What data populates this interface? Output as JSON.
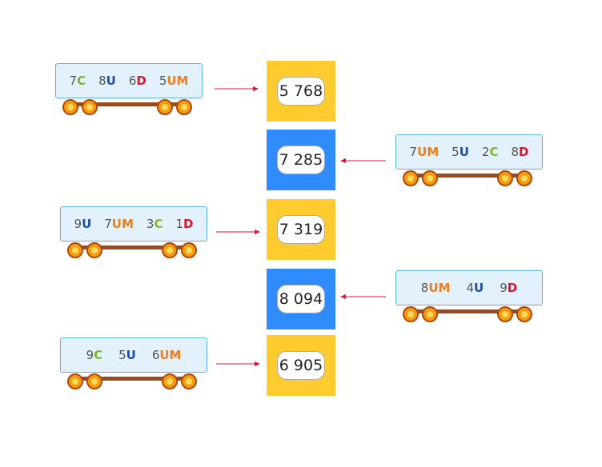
{
  "colors": {
    "yellow": "#ffcb2f",
    "blue": "#2f8cff",
    "arrow": "#e0122e",
    "C": "#7ab827",
    "U": "#1f4fa8",
    "D": "#e0122e",
    "UM": "#f07d1a"
  },
  "wagons": [
    {
      "parts": [
        {
          "digit": "7",
          "unit": "C"
        },
        {
          "digit": "8",
          "unit": "U"
        },
        {
          "digit": "6",
          "unit": "D"
        },
        {
          "digit": "5",
          "unit": "UM"
        }
      ]
    },
    {
      "parts": [
        {
          "digit": "7",
          "unit": "UM"
        },
        {
          "digit": "5",
          "unit": "U"
        },
        {
          "digit": "2",
          "unit": "C"
        },
        {
          "digit": "8",
          "unit": "D"
        }
      ]
    },
    {
      "parts": [
        {
          "digit": "9",
          "unit": "U"
        },
        {
          "digit": "7",
          "unit": "UM"
        },
        {
          "digit": "3",
          "unit": "C"
        },
        {
          "digit": "1",
          "unit": "D"
        }
      ]
    },
    {
      "parts": [
        {
          "digit": "8",
          "unit": "UM"
        },
        {
          "digit": "4",
          "unit": "U"
        },
        {
          "digit": "9",
          "unit": "D"
        }
      ]
    },
    {
      "parts": [
        {
          "digit": "9",
          "unit": "C"
        },
        {
          "digit": "5",
          "unit": "U"
        },
        {
          "digit": "6",
          "unit": "UM"
        }
      ]
    }
  ],
  "squares": [
    {
      "number": "5 768",
      "color": "yellow"
    },
    {
      "number": "7 285",
      "color": "blue"
    },
    {
      "number": "7 319",
      "color": "yellow"
    },
    {
      "number": "8 094",
      "color": "blue"
    },
    {
      "number": "6 905",
      "color": "yellow"
    }
  ]
}
